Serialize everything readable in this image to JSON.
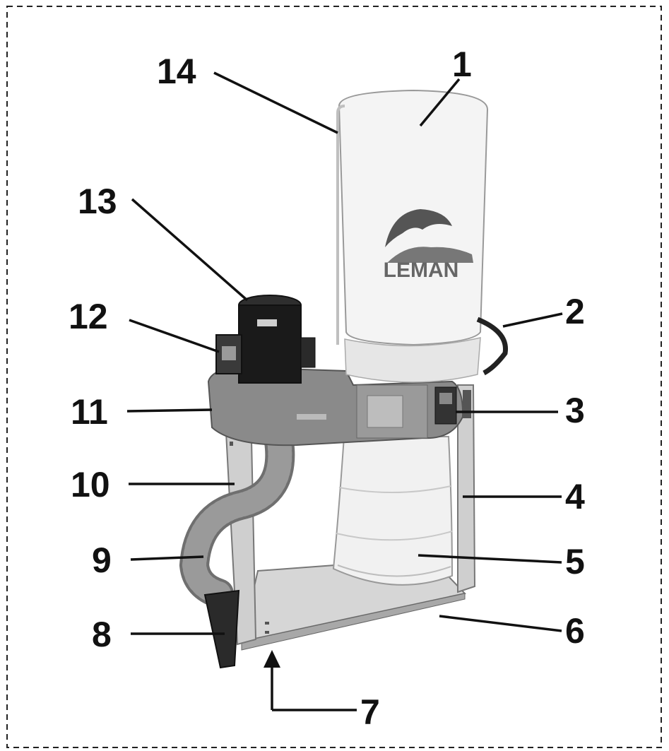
{
  "figure": {
    "border_style": "dashed",
    "colors": {
      "ink": "#111111",
      "bag_white": "#f4f4f4",
      "housing_gray": "#8a8a8a",
      "motor_black": "#1a1a1a",
      "frame_light": "#cfcfcf",
      "hose_gray": "#6f6f6f"
    },
    "bag_logo_text": "LEMAN",
    "callouts": [
      {
        "id": "1",
        "label": "1"
      },
      {
        "id": "2",
        "label": "2"
      },
      {
        "id": "3",
        "label": "3"
      },
      {
        "id": "4",
        "label": "4"
      },
      {
        "id": "5",
        "label": "5"
      },
      {
        "id": "6",
        "label": "6"
      },
      {
        "id": "7",
        "label": "7"
      },
      {
        "id": "8",
        "label": "8"
      },
      {
        "id": "9",
        "label": "9"
      },
      {
        "id": "10",
        "label": "10"
      },
      {
        "id": "11",
        "label": "11"
      },
      {
        "id": "12",
        "label": "12"
      },
      {
        "id": "13",
        "label": "13"
      },
      {
        "id": "14",
        "label": "14"
      }
    ]
  }
}
